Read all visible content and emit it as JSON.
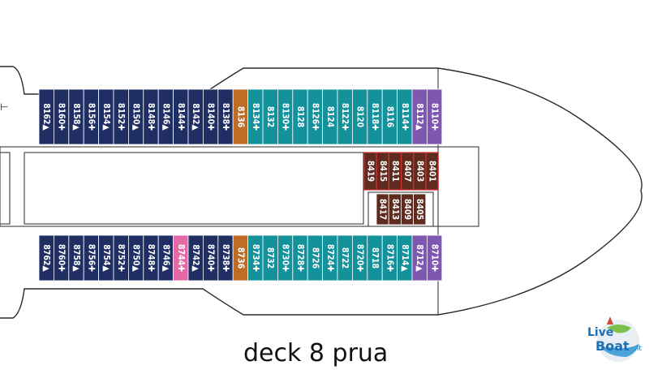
{
  "title": "deck 8 prua",
  "logo": {
    "text": "LiveBoat.it"
  },
  "colors": {
    "navy": "#1f2f64",
    "teal": "#14929c",
    "orange": "#bf6d26",
    "purple": "#7e58b0",
    "brown": "#5e2b1e",
    "pink": "#e46aa7",
    "hull": "#2a2a2a"
  },
  "cabins": {
    "top_row": [
      {
        "label": "8162▲",
        "color": "navy"
      },
      {
        "label": "8160✚",
        "color": "navy"
      },
      {
        "label": "8158▲",
        "color": "navy"
      },
      {
        "label": "8156✚",
        "color": "navy"
      },
      {
        "label": "8154▲",
        "color": "navy"
      },
      {
        "label": "8152✚",
        "color": "navy"
      },
      {
        "label": "8150▲",
        "color": "navy"
      },
      {
        "label": "8148✚",
        "color": "navy"
      },
      {
        "label": "8146▲",
        "color": "navy"
      },
      {
        "label": "8144✚",
        "color": "navy"
      },
      {
        "label": "8142▲",
        "color": "navy"
      },
      {
        "label": "8140✚",
        "color": "navy"
      },
      {
        "label": "8138✚",
        "color": "navy"
      },
      {
        "label": "8136",
        "color": "orange"
      },
      {
        "label": "8134✚",
        "color": "teal"
      },
      {
        "label": "8132",
        "color": "teal"
      },
      {
        "label": "8130✚",
        "color": "teal"
      },
      {
        "label": "8128",
        "color": "teal"
      },
      {
        "label": "8126✚",
        "color": "teal"
      },
      {
        "label": "8124",
        "color": "teal"
      },
      {
        "label": "8122✚",
        "color": "teal"
      },
      {
        "label": "8120",
        "color": "teal"
      },
      {
        "label": "8118✚",
        "color": "teal"
      },
      {
        "label": "8116",
        "color": "teal"
      },
      {
        "label": "8114✚",
        "color": "teal"
      },
      {
        "label": "8112▲",
        "color": "purple"
      },
      {
        "label": "8110✚",
        "color": "purple"
      }
    ],
    "bottom_row": [
      {
        "label": "8762▲",
        "color": "navy"
      },
      {
        "label": "8760✚",
        "color": "navy"
      },
      {
        "label": "8758▲",
        "color": "navy"
      },
      {
        "label": "8756✚",
        "color": "navy"
      },
      {
        "label": "8754▲",
        "color": "navy"
      },
      {
        "label": "8752✚",
        "color": "navy"
      },
      {
        "label": "8750▲",
        "color": "navy"
      },
      {
        "label": "8748✚",
        "color": "navy"
      },
      {
        "label": "8746▲",
        "color": "navy"
      },
      {
        "label": "8744✚",
        "color": "pink"
      },
      {
        "label": "8742▲",
        "color": "navy"
      },
      {
        "label": "8740✚",
        "color": "navy"
      },
      {
        "label": "8738✚",
        "color": "navy"
      },
      {
        "label": "8736",
        "color": "orange"
      },
      {
        "label": "8734✚",
        "color": "teal"
      },
      {
        "label": "8732",
        "color": "teal"
      },
      {
        "label": "8730✚",
        "color": "teal"
      },
      {
        "label": "8728✚",
        "color": "teal"
      },
      {
        "label": "8726",
        "color": "teal"
      },
      {
        "label": "8724✚",
        "color": "teal"
      },
      {
        "label": "8722",
        "color": "teal"
      },
      {
        "label": "8720✚",
        "color": "teal"
      },
      {
        "label": "8718",
        "color": "teal"
      },
      {
        "label": "8716✚",
        "color": "teal"
      },
      {
        "label": "8714▲",
        "color": "teal"
      },
      {
        "label": "8712▲",
        "color": "purple"
      },
      {
        "label": "8710✚",
        "color": "purple"
      }
    ],
    "center_upper": [
      {
        "label": "8419",
        "color": "brown"
      },
      {
        "label": "8415",
        "color": "brown"
      },
      {
        "label": "8411",
        "color": "brown"
      },
      {
        "label": "8407",
        "color": "brown"
      },
      {
        "label": "8403",
        "color": "brown"
      },
      {
        "label": "8401",
        "color": "brown"
      }
    ],
    "center_lower": [
      {
        "label": "8417",
        "color": "brown"
      },
      {
        "label": "8413",
        "color": "brown"
      },
      {
        "label": "8409",
        "color": "brown"
      },
      {
        "label": "8405",
        "color": "brown"
      }
    ]
  }
}
